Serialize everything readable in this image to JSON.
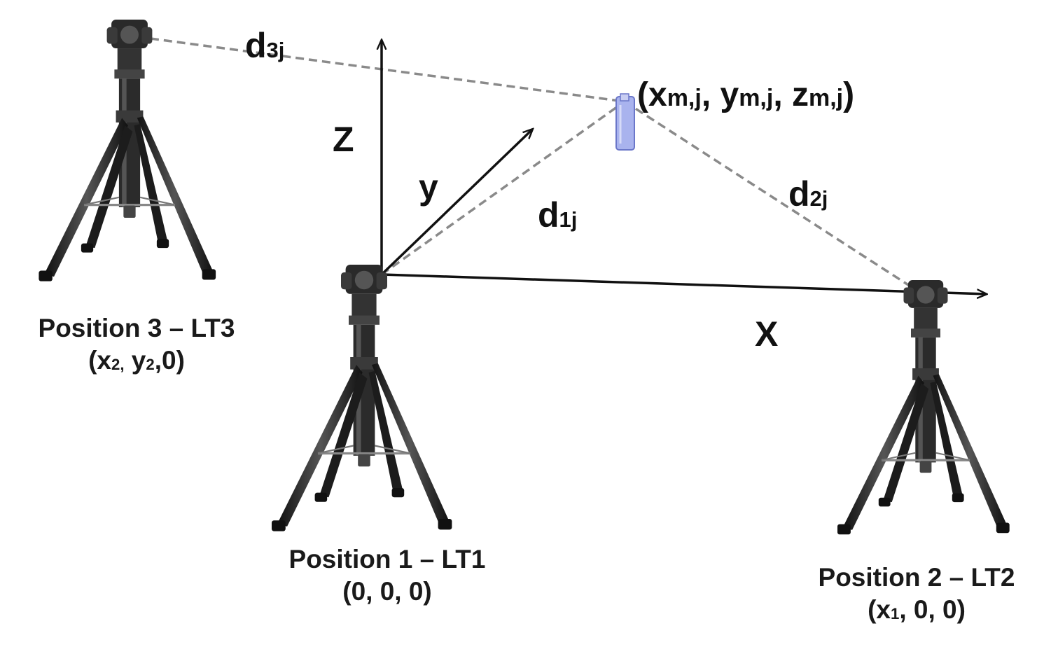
{
  "axes": {
    "x": "X",
    "y": "y",
    "z": "Z"
  },
  "target": {
    "label_open": "(",
    "x_var": "x",
    "x_sub": "m,j",
    "y_var": "y",
    "y_sub": "m,j",
    "z_var": "z",
    "z_sub": "m,j",
    "label_close": ")",
    "sep": ", "
  },
  "distances": [
    {
      "var": "d",
      "sub": "1j"
    },
    {
      "var": "d",
      "sub": "2j"
    },
    {
      "var": "d",
      "sub": "3j"
    }
  ],
  "stations": [
    {
      "name": "Position 1 – LT1",
      "coords": "(0, 0, 0)"
    },
    {
      "name": "Position 2 – LT2",
      "coords_pre": "(x",
      "coords_sub": "1",
      "coords_post": ", 0, 0)"
    },
    {
      "name": "Position 3 – LT3",
      "coords_pre": "(x",
      "coords_sub": "2,",
      "coords_mid": " y",
      "coords_sub2": "2",
      "coords_post": ",0)"
    }
  ],
  "colors": {
    "ink": "#111111",
    "dash": "#8a8a8a",
    "target_fill": "#a9b3ee",
    "tripod": "#222222"
  }
}
